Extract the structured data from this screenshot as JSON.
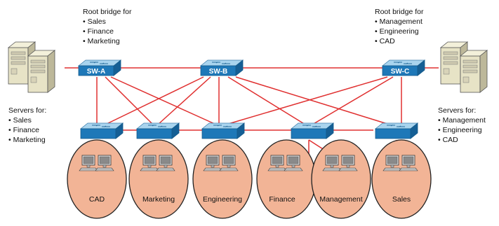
{
  "root_notes": {
    "left": {
      "heading": "Root bridge for",
      "items": [
        "• Sales",
        "• Finance",
        "• Marketing"
      ]
    },
    "right": {
      "heading": "Root bridge for",
      "items": [
        "• Management",
        "• Engineering",
        "• CAD"
      ]
    }
  },
  "server_notes": {
    "left": {
      "heading": "Servers for:",
      "items": [
        "• Sales",
        "• Finance",
        "• Marketing"
      ]
    },
    "right": {
      "heading": "Servers for:",
      "items": [
        "• Management",
        "• Engineering",
        "• CAD"
      ]
    }
  },
  "core_switches": [
    {
      "id": "sw-a",
      "label": "SW-A"
    },
    {
      "id": "sw-b",
      "label": "SW-B"
    },
    {
      "id": "sw-c",
      "label": "SW-C"
    }
  ],
  "departments": [
    {
      "id": "cad",
      "label": "CAD"
    },
    {
      "id": "marketing",
      "label": "Marketing"
    },
    {
      "id": "engineering",
      "label": "Engineering"
    },
    {
      "id": "finance",
      "label": "Finance"
    },
    {
      "id": "management",
      "label": "Management"
    },
    {
      "id": "sales",
      "label": "Sales"
    }
  ],
  "colors": {
    "link": "#e03030",
    "switch_top": "#a9d4ee",
    "switch_front": "#1e78b8",
    "dept_fill": "#f2b496",
    "dept_stroke": "#222222",
    "server_body": "#e7e3c6"
  },
  "icons": {
    "server": "server-tower-icon",
    "switch": "network-switch-icon",
    "workstation": "desktop-computer-icon"
  }
}
